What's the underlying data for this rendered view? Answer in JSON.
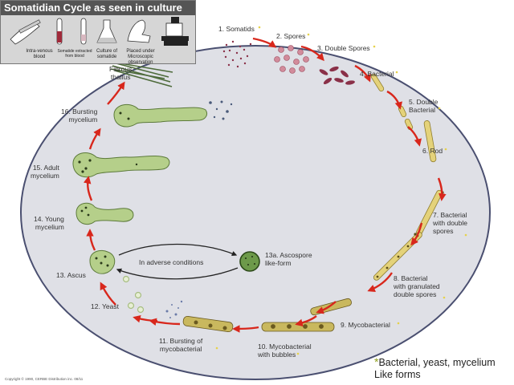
{
  "header": {
    "title": "Somatidian Cycle as seen in culture",
    "steps": [
      {
        "line1": "Intra-venous",
        "line2": "blood"
      },
      {
        "line1": "Somatide",
        "line2": "extracted",
        "line3": "from blood"
      },
      {
        "line1": "Culture of",
        "line2": "somatide"
      },
      {
        "line1": "Placed under",
        "line2": "Microscopic",
        "line3": "observation"
      }
    ]
  },
  "labels": {
    "fibrous_thallus": {
      "line1": "Fibrous",
      "line2": "thallus"
    },
    "s1": {
      "line1": "1. Somatids"
    },
    "s2": {
      "line1": "2. Spores"
    },
    "s3": {
      "line1": "3. Double Spores"
    },
    "s4": {
      "line1": "4. Bacterial"
    },
    "s5": {
      "line1": "5. Double",
      "line2": "Bacterial"
    },
    "s6": {
      "line1": "6. Rod"
    },
    "s7": {
      "line1": "7. Bacterial",
      "line2": "with double",
      "line3": "spores"
    },
    "s8": {
      "line1": "8. Bacterial",
      "line2": "with granulated",
      "line3": "double spores"
    },
    "s9": {
      "line1": "9. Mycobacterial"
    },
    "s10": {
      "line1": "10. Mycobacterial",
      "line2": "with bubbles"
    },
    "s11": {
      "line1": "11. Bursting of",
      "line2": "mycobacterial"
    },
    "s12": {
      "line1": "12. Yeast"
    },
    "s13": {
      "line1": "13. Ascus"
    },
    "s13a": {
      "line1": "13a. Ascospore",
      "line2": "like-form"
    },
    "s14": {
      "line1": "14. Young",
      "line2": "mycelium"
    },
    "s15": {
      "line1": "15. Adult",
      "line2": "mycelium"
    },
    "s16": {
      "line1": "16. Bursting",
      "line2": "mycelium"
    },
    "adverse": {
      "line1": "In adverse conditions"
    }
  },
  "legend": {
    "star": "*",
    "line1": "Bacterial, yeast, mycelium",
    "line2": "Like forms"
  },
  "copyright": "Copyright © 1990, CERBE Distribution inc. 08/11",
  "colors": {
    "ellipse_fill": "#dfe0e6",
    "arrow_red": "#d8271c",
    "bacteria_yellow": "#e4d27a",
    "mycelium_green": "#b5cf8a",
    "spore_maroon": "#8a3048",
    "star_green": "#8fa01c"
  }
}
